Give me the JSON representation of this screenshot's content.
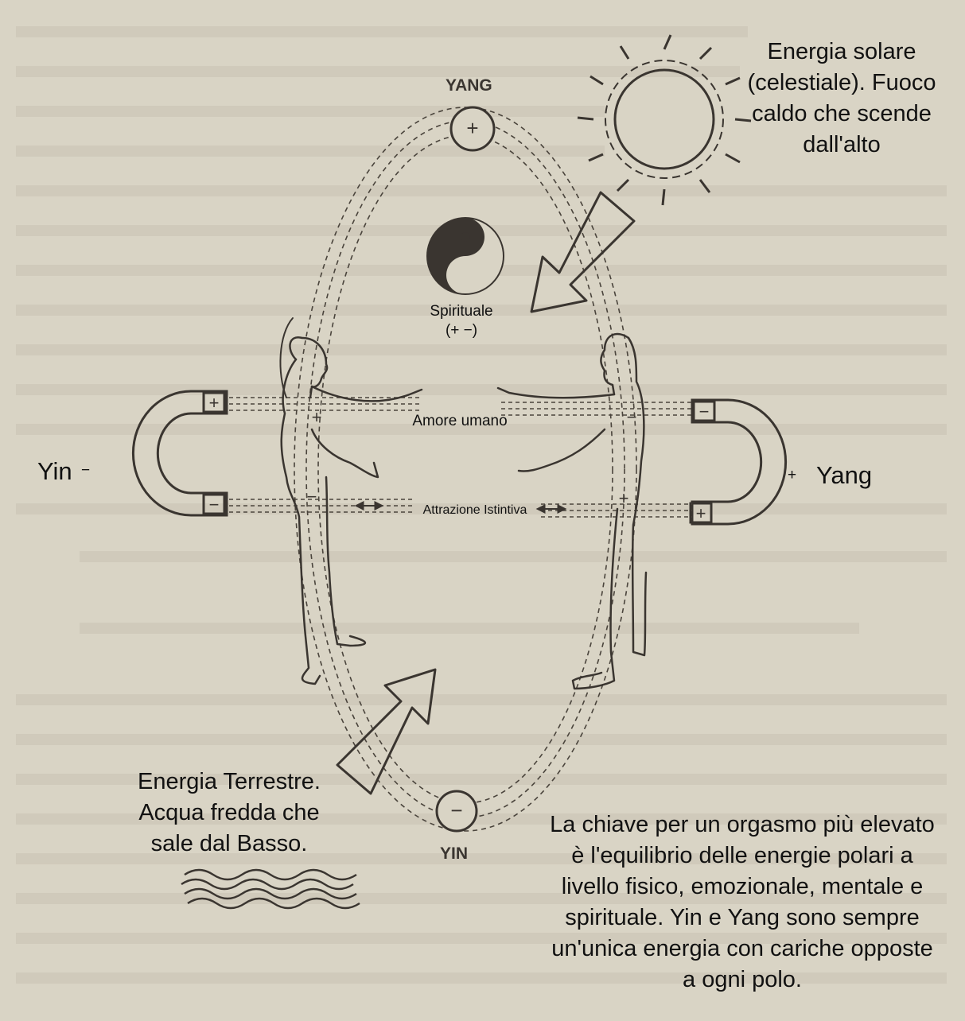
{
  "labels": {
    "yang_top": "YANG",
    "yin_bottom": "YIN",
    "solar": "Energia solare (celestiale). Fuoco caldo che scende dall'alto",
    "earth": "Energia Terrestre. Acqua fredda che sale dal Basso.",
    "spiritual": "Spirituale",
    "spiritual_signs": "(+ −)",
    "love": "Amore umano",
    "attraction": "Attrazione Istintiva",
    "yin_side": "Yin",
    "yin_side_sign": "−",
    "yang_side": "Yang",
    "yang_side_sign": "+",
    "key_text": "La chiave per un orgasmo più elevato è l'equilibrio delle energie polari a livello fisico, emozionale, mentale e spirituale. Yin e Yang sono sempre un'unica energia con cariche opposte a ogni polo."
  },
  "signs": {
    "plus": "+",
    "minus": "−"
  },
  "colors": {
    "background": "#d9d4c5",
    "ink": "#3a3530",
    "text": "#111111"
  }
}
